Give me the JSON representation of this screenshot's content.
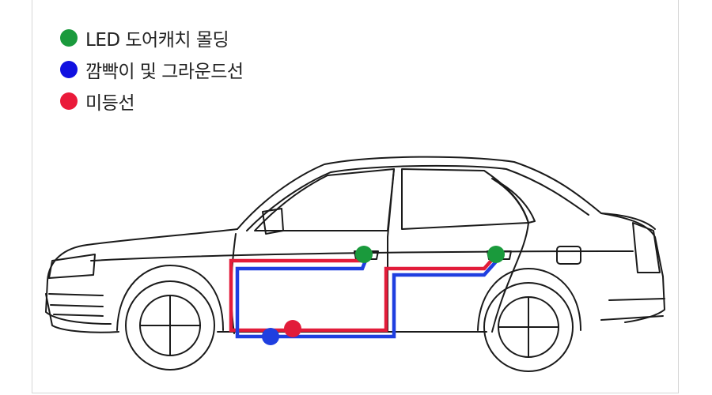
{
  "legend": {
    "items": [
      {
        "label": "LED 도어캐치 몰딩",
        "color": "#1a9a3c"
      },
      {
        "label": "깜빡이 및 그라운드선",
        "color": "#1010e0"
      },
      {
        "label": "미등선",
        "color": "#ea1a3a"
      }
    ]
  },
  "wiring": {
    "led_color": "#1a9a3c",
    "ground_color": "#1f3fe0",
    "tail_color": "#e21c3a",
    "car_line_color": "#1a1a1a"
  }
}
